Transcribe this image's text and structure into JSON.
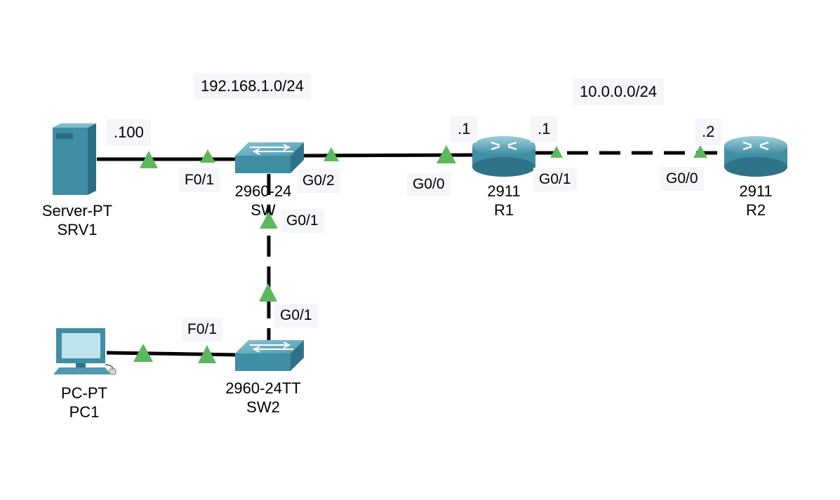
{
  "networks": {
    "lan": "192.168.1.0/24",
    "wan": "10.0.0.0/24"
  },
  "ip_hosts": {
    "srv1": ".100",
    "r1_g00": ".1",
    "r1_g01": ".1",
    "r2_g00": ".2"
  },
  "ports": {
    "sw_f01": "F0/1",
    "sw_g02": "G0/2",
    "sw_g01": "G0/1",
    "r1_g00": "G0/0",
    "r1_g01": "G0/1",
    "r2_g00": "G0/0",
    "sw2_g01": "G0/1",
    "sw2_f01": "F0/1"
  },
  "devices": {
    "srv1": {
      "model": "Server-PT",
      "name": "SRV1"
    },
    "sw": {
      "model": "2960-24",
      "name": "SW"
    },
    "r1": {
      "model": "2911",
      "name": "R1"
    },
    "r2": {
      "model": "2911",
      "name": "R2"
    },
    "pc1": {
      "model": "PC-PT",
      "name": "PC1"
    },
    "sw2": {
      "model": "2960-24TT",
      "name": "SW2"
    }
  },
  "colors": {
    "link_up": "#5cb85c",
    "cable": "#000000",
    "device_body": "#3f8ea3",
    "device_top": "#6fb3c4"
  }
}
